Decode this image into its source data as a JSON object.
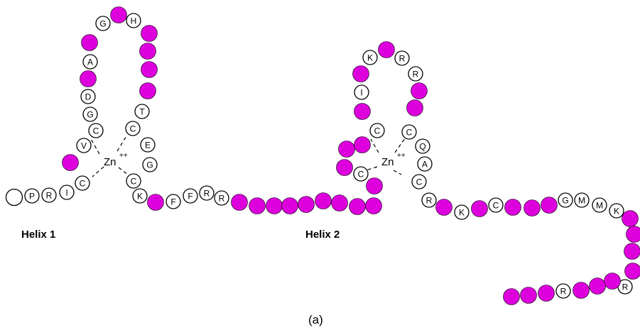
{
  "figure": {
    "helix_labels": [
      "Helix 1",
      "Helix 2"
    ],
    "caption": "(a)",
    "zinc_label": "Zn",
    "zinc_charge": "++",
    "colors": {
      "helix_residue": "#dd00dd",
      "plain_residue": "#ffffff",
      "outline": "#000000"
    },
    "residues": [
      "",
      "P",
      "R",
      "I",
      "C",
      "",
      "V",
      "C",
      "G",
      "D",
      "",
      "A",
      "",
      "G",
      "",
      "H",
      "",
      "",
      "",
      "",
      "T",
      "C",
      "E",
      "G",
      "C",
      "K",
      "",
      "F",
      "F",
      "R",
      "R",
      "",
      "",
      "",
      "",
      "",
      "",
      "",
      "",
      "",
      "",
      "C",
      "",
      "",
      "",
      "C",
      "",
      "I",
      "",
      "K",
      "",
      "R",
      "R",
      "",
      "",
      "C",
      "Q",
      "A",
      "C",
      "R",
      "",
      "K",
      "",
      "C",
      "",
      "",
      "",
      "G",
      "M",
      "M",
      "K",
      "",
      "",
      "",
      "",
      "R",
      "",
      "",
      "",
      "R",
      "",
      "",
      ""
    ]
  }
}
